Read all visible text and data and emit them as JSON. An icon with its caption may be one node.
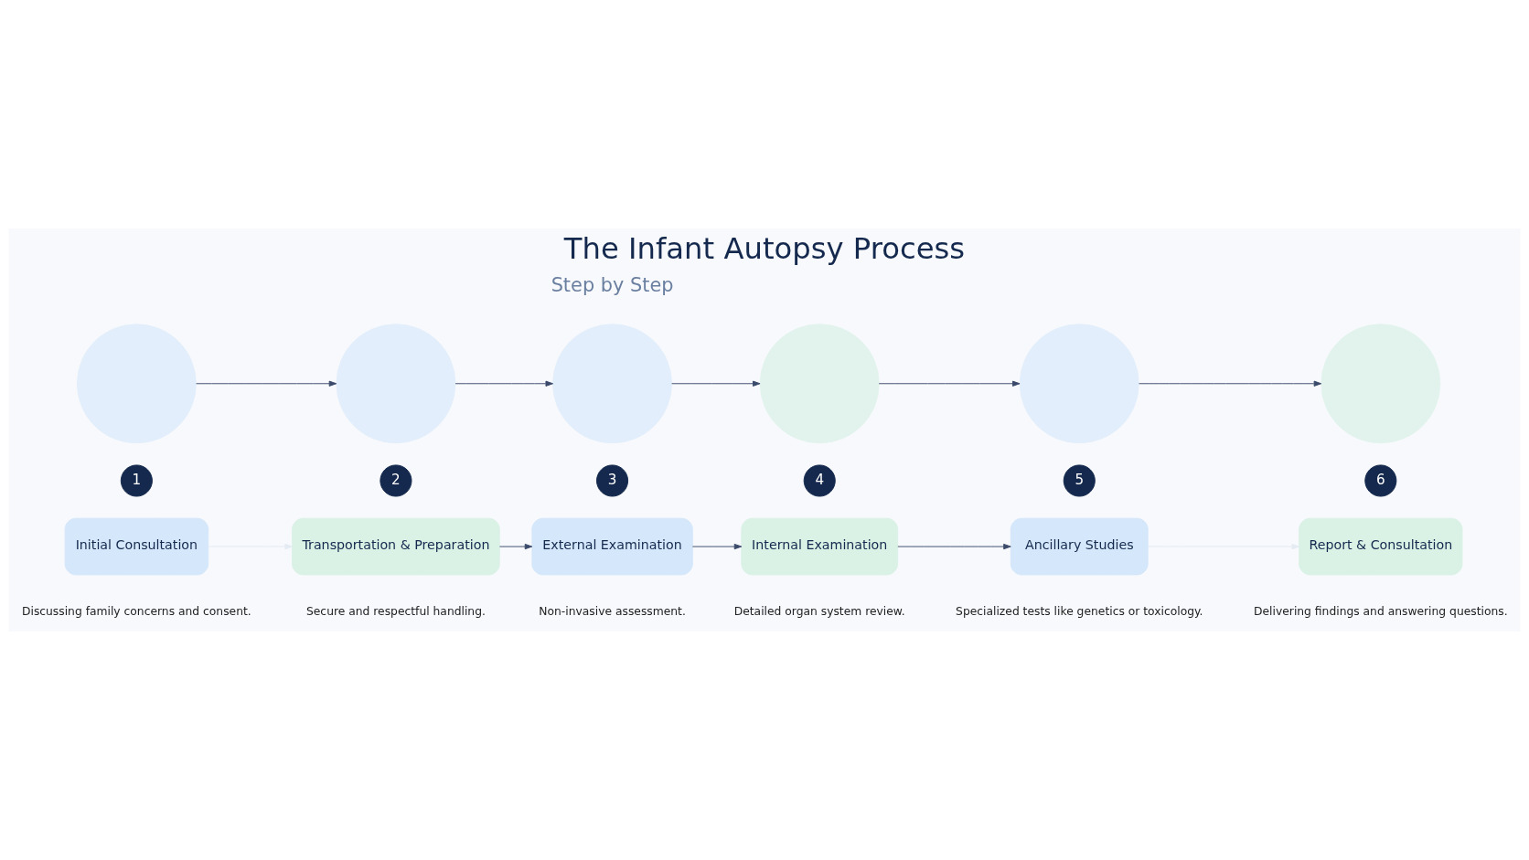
{
  "diagram": {
    "title": "The Infant Autopsy Process",
    "nodes": [
      {
        "text": [],
        "shape": "circle"
      },
      {
        "text": [
          "1"
        ]
      },
      {
        "text": [
          "Initial Consultation"
        ],
        "beside": [
          "Discussing family concerns and consent."
        ]
      },
      {
        "text": [],
        "shape": "circle"
      },
      {
        "text": [
          "2"
        ]
      },
      {
        "text": [
          "Transportation & Preparation"
        ],
        "beside": [
          "Secure and respectful handling."
        ]
      },
      {
        "text": [],
        "shape": "circle"
      },
      {
        "text": [
          "3"
        ]
      },
      {
        "text": [
          "External Examination"
        ],
        "beside": [
          "Non-invasive assessment."
        ]
      },
      {
        "text": [],
        "shape": "circle"
      },
      {
        "text": [
          "4"
        ]
      },
      {
        "text": [
          "Internal Examination"
        ],
        "beside": [
          "Detailed organ system review."
        ]
      },
      {
        "text": [],
        "shape": "circle"
      },
      {
        "text": [
          "5"
        ]
      },
      {
        "text": [
          "Ancillary Studies"
        ],
        "beside": [
          "Specialized tests like genetics or toxicology."
        ]
      },
      {
        "text": [],
        "shape": "circle"
      },
      {
        "text": [
          "6"
        ]
      },
      {
        "text": [
          "Report & Consultation"
        ],
        "beside": [
          "Delivering findings and answering questions."
        ]
      }
    ],
    "edges": [
      {
        "from": 0,
        "to": 3,
        "arrow": "to"
      },
      {
        "from": 3,
        "to": 6,
        "arrow": "to"
      },
      {
        "from": 6,
        "to": 9,
        "arrow": "to"
      },
      {
        "from": 9,
        "to": 12,
        "arrow": "to"
      },
      {
        "from": 12,
        "to": 15,
        "arrow": "to"
      },
      {
        "from": 2,
        "to": 5,
        "arrow": "to",
        "color": "#e4ebf3"
      },
      {
        "from": 5,
        "to": 8,
        "arrow": "to"
      },
      {
        "from": 8,
        "to": 11,
        "arrow": "to"
      },
      {
        "from": 11,
        "to": 14,
        "arrow": "to"
      },
      {
        "from": 14,
        "to": 17,
        "arrow": "to",
        "color": "#e4ebf3"
      }
    ],
    "labels": [
      "Step by Step"
    ]
  }
}
